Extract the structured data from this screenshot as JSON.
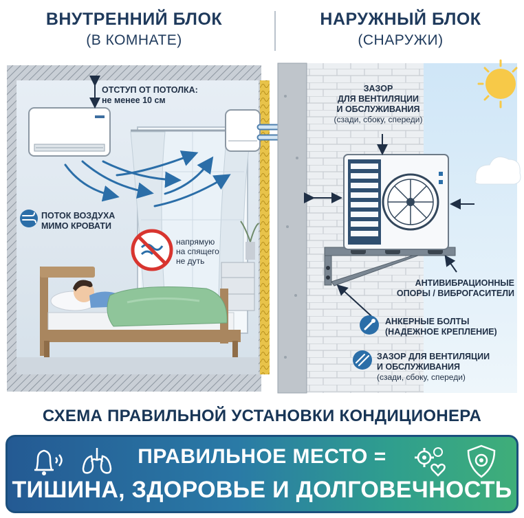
{
  "header": {
    "left_title": "ВНУТРЕННИЙ БЛОК",
    "left_subtitle": "(В КОМНАТЕ)",
    "right_title": "НАРУЖНЫЙ БЛОК",
    "right_subtitle": "(СНАРУЖИ)"
  },
  "indoor": {
    "ceiling_gap_line1": "ОТСТУП ОТ ПОТОЛКА:",
    "ceiling_gap_line2": "не менее 10 см",
    "airflow_line1": "ПОТОК ВОЗДУХА",
    "airflow_line2": "МИМО КРОВАТИ",
    "no_blow_line1": "напрямую",
    "no_blow_line2": "на спящего",
    "no_blow_line3": "не дуть"
  },
  "outdoor": {
    "clearance_line1": "ЗАЗОР",
    "clearance_line2": "ДЛЯ ВЕНТИЛЯЦИИ",
    "clearance_line3": "И ОБСЛУЖИВАНИЯ",
    "clearance_line4": "(сзади, сбоку, спереди)",
    "antivib_line1": "АНТИВИБРАЦИОННЫЕ",
    "antivib_line2": "ОПОРЫ / ВИБРОГАСИТЕЛИ",
    "anchor_line1": "АНКЕРНЫЕ БОЛТЫ",
    "anchor_line2": "(НАДЕЖНОЕ КРЕПЛЕНИЕ)",
    "service_line1": "ЗАЗОР ДЛЯ ВЕНТИЛЯЦИИ",
    "service_line2": "И ОБСЛУЖИВАНИЯ",
    "service_line3": "(сзади, сбоку, спереди)"
  },
  "footer": {
    "title": "СХЕМА ПРАВИЛЬНОЙ УСТАНОВКИ КОНДИЦИОНЕРА",
    "banner_line1": "ПРАВИЛЬНОЕ МЕСТО =",
    "banner_line2": "ТИШИНА, ЗДОРОВЬЕ И ДОЛГОВЕЧНОСТЬ"
  },
  "icons": [
    "bell-sound-icon",
    "lungs-icon",
    "gears-heart-icon",
    "shield-gear-icon",
    "wind-icon",
    "no-blow-icon",
    "anchor-bolt-icon",
    "ventilation-gap-icon",
    "sun-icon",
    "cloud-icon"
  ],
  "colors": {
    "banner_start": "#245a93",
    "banner_end": "#3fae79",
    "accent_blue": "#2b6ea8",
    "warning_red": "#d8352f"
  }
}
